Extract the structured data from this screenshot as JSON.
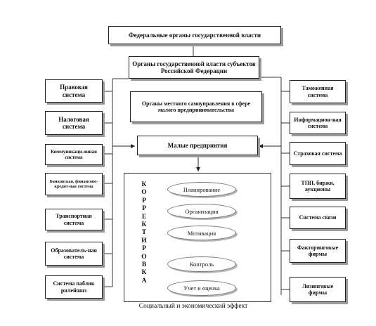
{
  "top": {
    "federal": "Федеральные органы государственной власти",
    "regional": "Органы государственной власти субъектов Российской Федерации",
    "local": "Органы местного самоуправления в сфере малого предпринимательства",
    "small_enterprises": "Малые предприятия"
  },
  "left_boxes": [
    "Правовая система",
    "Налоговая система",
    "Коммуникаци-онная система",
    "Банковская, финансово-кредит-ная система",
    "Транспортная система",
    "Образователь-ная система",
    "Система паблик рилейшнз"
  ],
  "right_boxes": [
    "Таможенная система",
    "Информацион-ная система",
    "Страховая система",
    "ТПП, биржи, аукционы",
    "Система связи",
    "Факторинговые фирмы",
    "Лизинговые фирмы"
  ],
  "correction_letters": [
    "К",
    "О",
    "Р",
    "Р",
    "Е",
    "К",
    "Т",
    "И",
    "Р",
    "О",
    "В",
    "К",
    "А"
  ],
  "process_steps": [
    "Планирование",
    "Организация",
    "Мотивация",
    "Контроль",
    "Учет и оценка"
  ],
  "caption": "Социальный и экономический эффект"
}
